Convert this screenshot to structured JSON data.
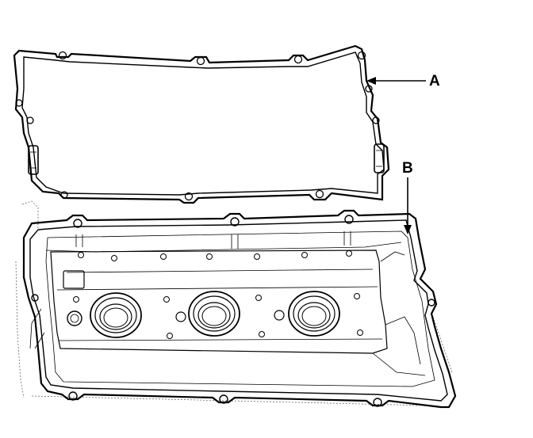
{
  "labels": {
    "a": "A",
    "b": "B"
  },
  "parts": [
    {
      "id": "A",
      "name": "gasket-icon"
    },
    {
      "id": "B",
      "name": "valve-cover-icon"
    }
  ]
}
